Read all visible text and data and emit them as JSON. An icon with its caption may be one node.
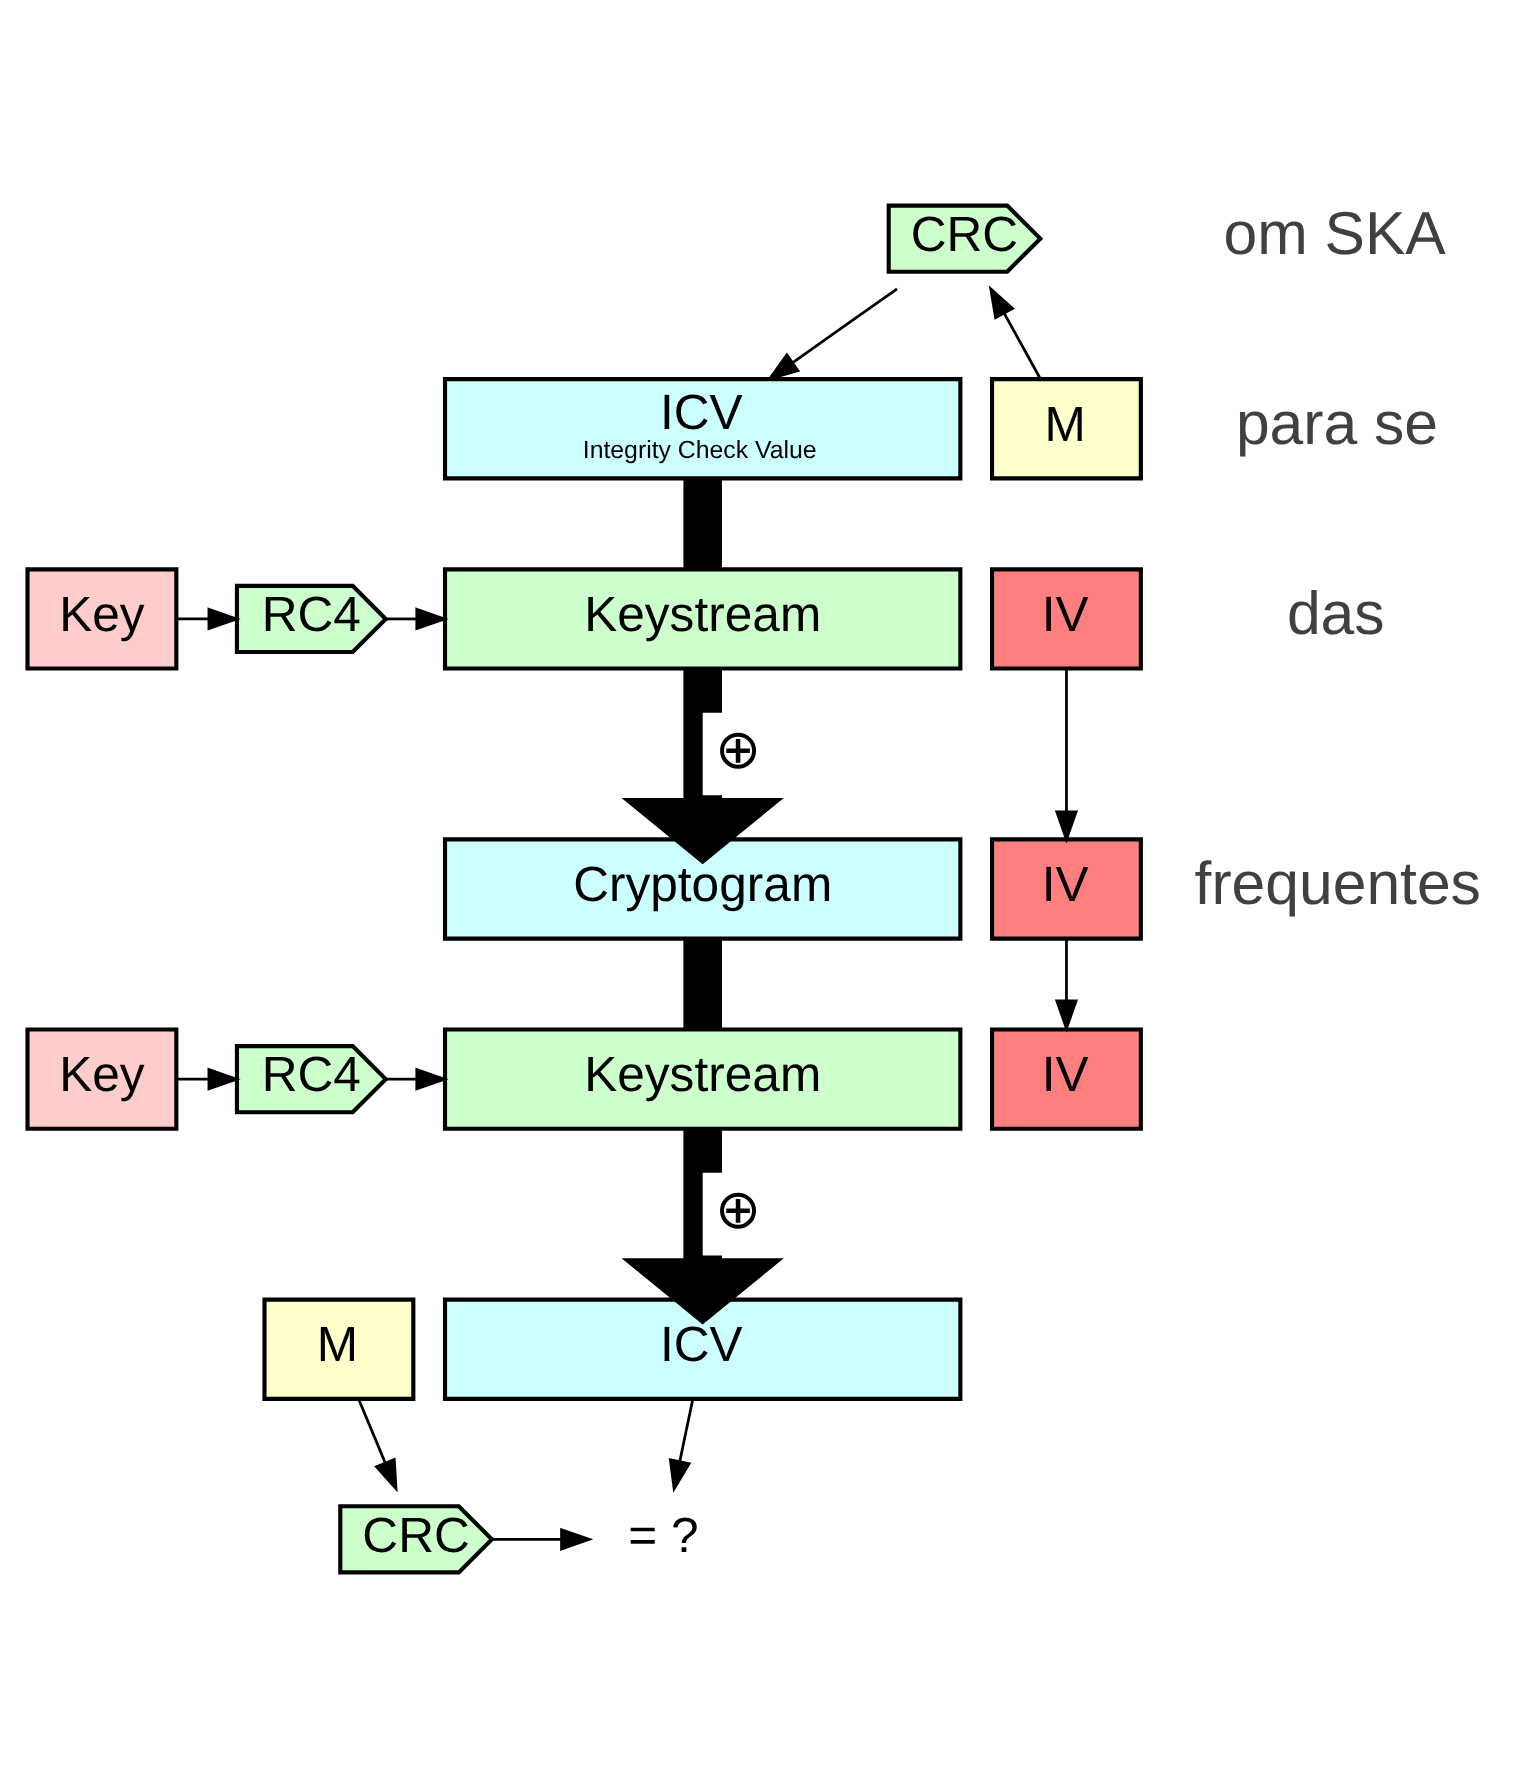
{
  "diagram": {
    "nodes": [
      {
        "text": [
          "CRC"
        ]
      },
      {
        "text": [
          "M"
        ]
      },
      {
        "text": [
          "ICV",
          "Integrity Check Value"
        ]
      },
      {
        "text": [
          "IV"
        ]
      },
      {
        "text": [
          "Key"
        ]
      },
      {
        "text": [
          "RC4"
        ]
      },
      {
        "text": [
          "Keystream"
        ]
      },
      {
        "text": [
          "IV"
        ]
      },
      {
        "text": [
          "Cryptogram"
        ]
      },
      {
        "text": [
          "IV"
        ]
      },
      {
        "text": [
          "Key"
        ]
      },
      {
        "text": [
          "RC4"
        ]
      },
      {
        "text": [
          "Keystream"
        ]
      },
      {
        "text": [
          "M"
        ]
      },
      {
        "text": [
          "ICV"
        ]
      },
      {
        "text": [
          "CRC"
        ]
      },
      {
        "text": [
          "= ?"
        ]
      }
    ],
    "edges": [
      {
        "from": 1,
        "to": 0,
        "arrow": "to"
      },
      {
        "from": 0,
        "to": 2,
        "arrow": "to"
      },
      {
        "from": 2,
        "to": 6,
        "arrow": "none",
        "style": "thick"
      },
      {
        "from": 4,
        "to": 5,
        "arrow": "to"
      },
      {
        "from": 5,
        "to": 6,
        "arrow": "to"
      },
      {
        "from": 6,
        "to": 8,
        "arrow": "to",
        "style": "thick",
        "label": "⊕"
      },
      {
        "from": 3,
        "to": 7,
        "arrow": "to"
      },
      {
        "from": 7,
        "to": 9,
        "arrow": "to"
      },
      {
        "from": 8,
        "to": 12,
        "arrow": "none",
        "style": "thick"
      },
      {
        "from": 10,
        "to": 11,
        "arrow": "to"
      },
      {
        "from": 11,
        "to": 12,
        "arrow": "to"
      },
      {
        "from": 12,
        "to": 14,
        "arrow": "to",
        "style": "thick",
        "label": "⊕"
      },
      {
        "from": 14,
        "to": 16,
        "arrow": "to"
      },
      {
        "from": 13,
        "to": 15,
        "arrow": "to"
      },
      {
        "from": 15,
        "to": 16,
        "arrow": "to"
      }
    ],
    "labels": [
      "om SKA",
      "para se",
      "das",
      "frequentes"
    ]
  }
}
